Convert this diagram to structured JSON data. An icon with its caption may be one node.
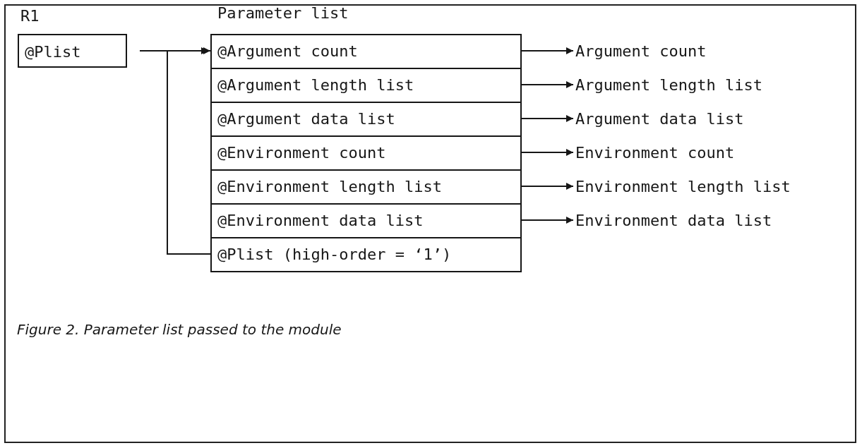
{
  "diagram": {
    "caption": "Figure 2. Parameter list passed to the module",
    "nodes": [
      {
        "text": [
          "R1",
          "@Plist"
        ]
      },
      {
        "text": [
          "Parameter list"
        ]
      },
      {
        "text": [
          "@Argument count"
        ],
        "in": 1
      },
      {
        "text": [
          "@Argument length list"
        ],
        "in": 1
      },
      {
        "text": [
          "@Argument data list"
        ],
        "in": 1
      },
      {
        "text": [
          "@Environment count"
        ],
        "in": 1
      },
      {
        "text": [
          "@Environment length list"
        ],
        "in": 1
      },
      {
        "text": [
          "@Environment data list"
        ],
        "in": 1
      },
      {
        "text": [
          "@Plist (high-order = ‘1’)"
        ],
        "in": 1
      },
      {
        "text": [
          "Argument count"
        ]
      },
      {
        "text": [
          "Argument length list"
        ]
      },
      {
        "text": [
          "Argument data list"
        ]
      },
      {
        "text": [
          "Environment count"
        ]
      },
      {
        "text": [
          "Environment length list"
        ]
      },
      {
        "text": [
          "Environment data list"
        ]
      }
    ],
    "edges": [
      {
        "from": 0,
        "to": 2,
        "arrow": "to"
      },
      {
        "from": 8,
        "to": 2,
        "arrow": "to"
      },
      {
        "from": 2,
        "to": 9,
        "arrow": "to"
      },
      {
        "from": 3,
        "to": 10,
        "arrow": "to"
      },
      {
        "from": 4,
        "to": 11,
        "arrow": "to"
      },
      {
        "from": 5,
        "to": 12,
        "arrow": "to"
      },
      {
        "from": 6,
        "to": 13,
        "arrow": "to"
      },
      {
        "from": 7,
        "to": 14,
        "arrow": "to"
      }
    ]
  }
}
